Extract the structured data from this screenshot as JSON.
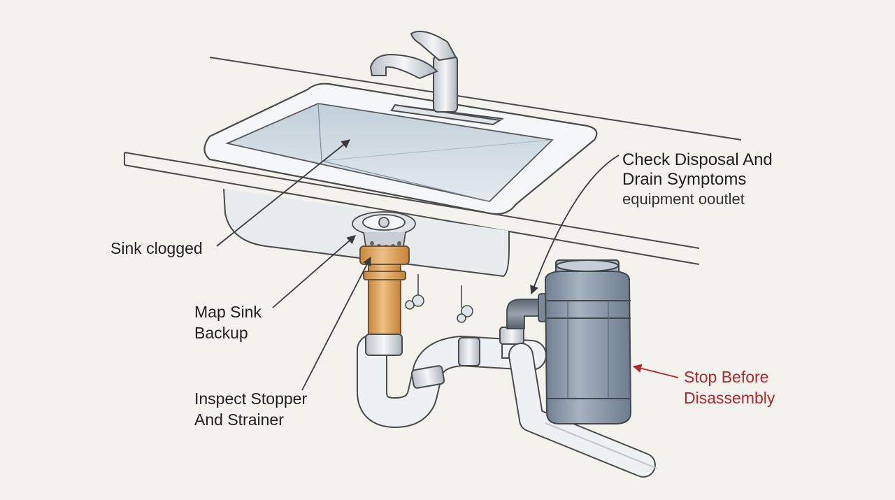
{
  "colors": {
    "background": "#f3f2ec",
    "ink": "#3a3a3a",
    "warning": "#b3262b",
    "pipe": "#e9edf1",
    "brass": "#d9a15a",
    "disposal": "#8796a6",
    "basin": "#d3dde5"
  },
  "labels": {
    "sink_clogged": "Sink clogged",
    "map_line1": "Map Sink",
    "map_line2": "Backup",
    "inspect_line1": "Inspect Stopper",
    "inspect_line2": "And Strainer",
    "check_line1": "Check Disposal And",
    "check_line2": "Drain Symptoms",
    "check_line3": "equipment ooutlet",
    "stop_line1": "Stop Before",
    "stop_line2": "Disassembly"
  }
}
